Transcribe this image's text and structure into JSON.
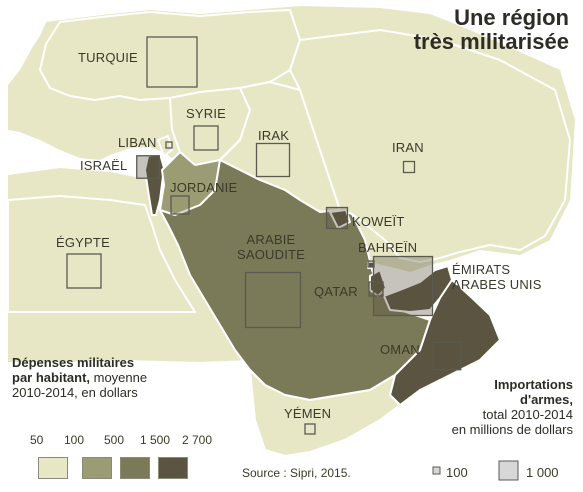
{
  "title_lines": [
    "Une région",
    "très militarisée"
  ],
  "colors": {
    "sea": "#ffffff",
    "land_base": "#e7e7c6",
    "cls1": "#e7e7c6",
    "cls2": "#9b9c74",
    "cls3": "#7b7a58",
    "cls4": "#5a5440",
    "import_fill": "#d7d7d7",
    "import_stroke": "#5a5a50",
    "border": "#ffffff"
  },
  "countries": [
    {
      "id": "turkey",
      "name": "TURQUIE",
      "spending_class": 1,
      "arms_imports_scale": 1.0
    },
    {
      "id": "syria",
      "name": "SYRIE",
      "spending_class": 1,
      "arms_imports_scale": 0.48
    },
    {
      "id": "lebanon",
      "name": "LIBAN",
      "spending_class": 1,
      "arms_imports_scale": 0.12
    },
    {
      "id": "israel",
      "name": "ISRAËL",
      "spending_class": 4,
      "arms_imports_scale": 0.45
    },
    {
      "id": "jordan",
      "name": "JORDANIE",
      "spending_class": 2,
      "arms_imports_scale": 0.36
    },
    {
      "id": "iraq",
      "name": "IRAK",
      "spending_class": 1,
      "arms_imports_scale": 0.66
    },
    {
      "id": "iran",
      "name": "IRAN",
      "spending_class": 1,
      "arms_imports_scale": 0.22
    },
    {
      "id": "egypt",
      "name": "ÉGYPTE",
      "spending_class": 1,
      "arms_imports_scale": 0.68
    },
    {
      "id": "saudi",
      "name_lines": [
        "ARABIE",
        "SAOUDITE"
      ],
      "spending_class": 3,
      "arms_imports_scale": 1.1
    },
    {
      "id": "kuwait",
      "name": "KOWEÏT",
      "spending_class": 4,
      "arms_imports_scale": 0.42
    },
    {
      "id": "bahrain",
      "name": "BAHREÏN",
      "spending_class": 4,
      "arms_imports_scale": 0.12
    },
    {
      "id": "qatar",
      "name": "QATAR",
      "spending_class": 4,
      "arms_imports_scale": 0.28
    },
    {
      "id": "uae",
      "name_lines": [
        "ÉMIRATS",
        "ARABES UNIS"
      ],
      "spending_class": 4,
      "arms_imports_scale": 1.18
    },
    {
      "id": "oman",
      "name": "OMAN",
      "spending_class": 4,
      "arms_imports_scale": 0.55
    },
    {
      "id": "yemen",
      "name": "YÉMEN",
      "spending_class": 1,
      "arms_imports_scale": 0.2
    }
  ],
  "legend_spending": {
    "title_bold": "Dépenses militaires",
    "title_bold2": "par habitant,",
    "title_rest": " moyenne",
    "title_line3": "2010-2014, en dollars",
    "values": [
      "50",
      "100",
      "500",
      "1 500",
      "2 700"
    ]
  },
  "legend_imports": {
    "title_bold": "Importations",
    "title_bold2": "d'armes,",
    "title_line3": "total 2010-2014",
    "title_line4": "en millions de dollars",
    "small_label": "100",
    "large_label": "1 000"
  },
  "source": "Source : Sipri, 2015."
}
